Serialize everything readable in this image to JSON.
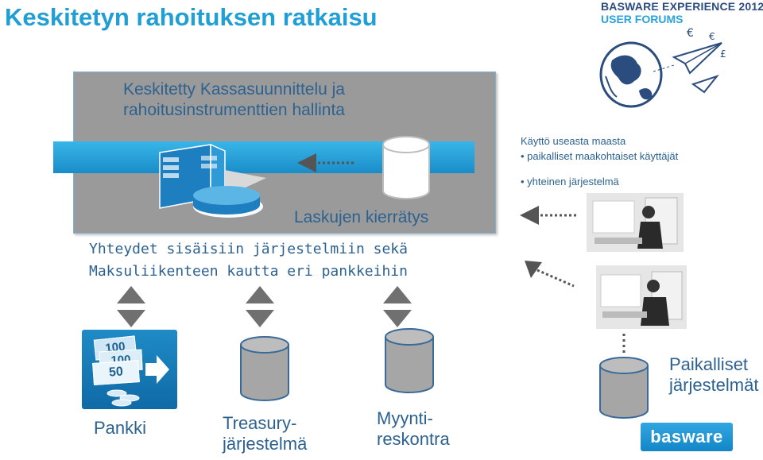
{
  "slide": {
    "title": "Keskitetyn rahoituksen ratkaisu",
    "brand_line1": "BASWARE EXPERIENCE 2012",
    "brand_line2": "USER FORUMS",
    "panel_title": "Keskitetty Kassasuunnittelu ja rahoitusinstrumenttien hallinta",
    "invoice_flow_label": "Laskujen kierrätys",
    "connections_line1": "Yhteydet sisäisiin järjestelmiin sekä",
    "connections_line2": "Maksuliikenteen kautta eri pankkeihin",
    "usage_heading": "Käyttö useasta maasta",
    "usage_bullet1": "• paikalliset maakohtaiset käyttäjät",
    "usage_bullet2": "• yhteinen järjestelmä",
    "bank_label": "Pankki",
    "treasury_label_line1": "Treasury-",
    "treasury_label_line2": "järjestelmä",
    "ar_label_line1": "Myynti-",
    "ar_label_line2": "reskontra",
    "local_label_line1": "Paikalliset",
    "local_label_line2": "järjestelmät",
    "banknotes": [
      "100",
      "100",
      "50"
    ],
    "logo_text": "basware"
  },
  "colors": {
    "title": "#1f9fd6",
    "text": "#2d6290",
    "panel": "#9a9a9a",
    "bar": "#1a8cc8",
    "cylinder": "#a6a6a6",
    "cylinder_stroke": "#3a6a99"
  }
}
